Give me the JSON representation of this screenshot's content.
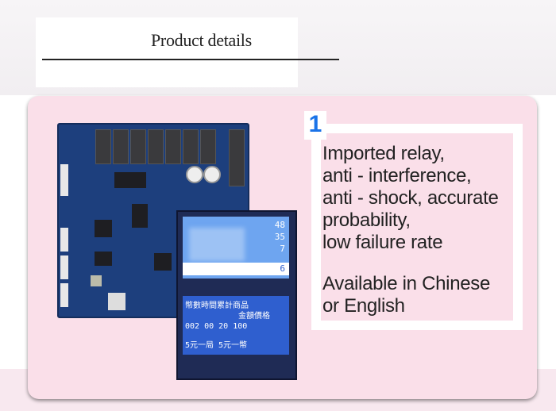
{
  "header": {
    "title": "Product details"
  },
  "feature": {
    "number": "1",
    "lines": [
      "Imported relay,",
      "anti - interference,",
      "anti - shock, accurate",
      "probability,",
      "low failure rate"
    ],
    "language_lines": [
      "Available in Chinese",
      "or English"
    ]
  },
  "lcd": {
    "top_values": [
      "48",
      "35",
      "7",
      "6"
    ],
    "bottom_row1": "幣數時間累計商品",
    "bottom_row1b": "金額價格",
    "bottom_row2": "002 00  20 100",
    "bottom_row3": "5元一局 5元一幣"
  },
  "colors": {
    "card": "#fadfe9",
    "accent": "#1a73e8",
    "pcb": "#1d3f7d"
  }
}
